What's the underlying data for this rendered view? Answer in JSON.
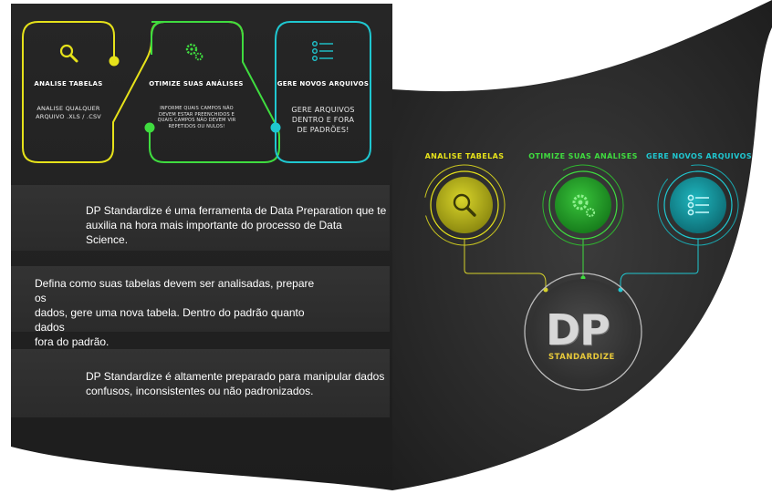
{
  "colors": {
    "yellow": "#e6e21a",
    "green": "#3fdc3f",
    "cyan": "#1fc7d0",
    "gold": "#e8c62c",
    "dark": "#2a2a2a"
  },
  "top_cards": [
    {
      "title": "ANALISE TABELAS",
      "lines": [
        "ANALISE QUALQUER",
        "ARQUIVO .XLS / .CSV"
      ],
      "icon": "magnifier-icon",
      "color": "#e6e21a"
    },
    {
      "title": "OTIMIZE SUAS ANÁLISES",
      "lines": [
        "INFORME QUAIS CAMPOS NÃO",
        "DEVEM ESTAR PREENCHIDOS E",
        "QUAIS CAMPOS NÃO DEVEM VIR",
        "REPETIDOS OU NULOS!"
      ],
      "icon": "gears-icon",
      "color": "#3fdc3f"
    },
    {
      "title": "GERE NOVOS ARQUIVOS",
      "lines": [
        "GERE ARQUIVOS",
        "DENTRO E FORA",
        "DE PADRÕES!"
      ],
      "icon": "list-icon",
      "color": "#1fc7d0"
    }
  ],
  "panels": [
    {
      "lines": [
        "DP Standardize é uma ferramenta de Data Preparation que te",
        "auxilia na hora mais importante do processo de Data Science."
      ],
      "icon": "medal-icon"
    },
    {
      "lines": [
        "Defina como suas tabelas devem ser analisadas, prepare os",
        "dados, gere uma nova tabela. Dentro do padrão quanto dados",
        "fora do padrão."
      ],
      "icon": "info-icon"
    },
    {
      "lines": [
        "DP Standardize é altamente preparado para manipular dados",
        "confusos, inconsistentes ou não padronizados."
      ],
      "icon": "checkmark-icon"
    }
  ],
  "right_diagram": {
    "nodes": [
      {
        "title": "ANALISE TABELAS",
        "icon": "magnifier-icon",
        "color": "#e6e21a"
      },
      {
        "title": "OTIMIZE SUAS ANÁLISES",
        "icon": "gears-icon",
        "color": "#3fdc3f"
      },
      {
        "title": "GERE NOVOS ARQUIVOS",
        "icon": "list-icon",
        "color": "#1fc7d0"
      }
    ],
    "logo": {
      "mark": "DP",
      "subtitle": "STANDARDIZE"
    }
  }
}
